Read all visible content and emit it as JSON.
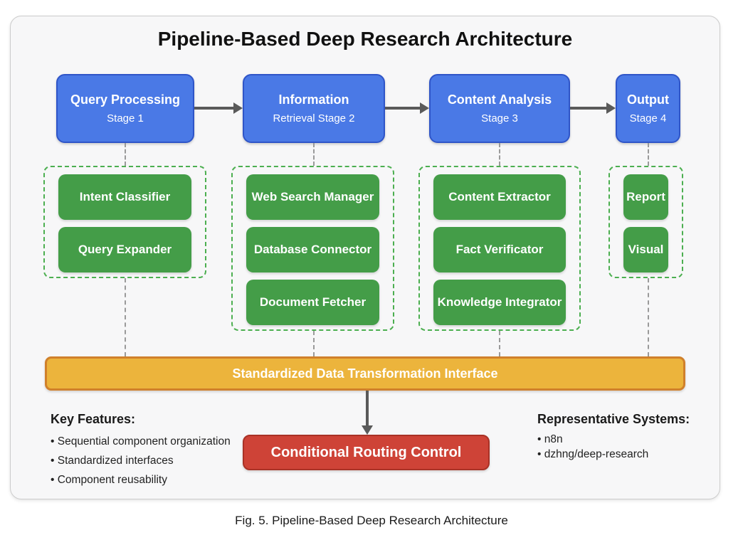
{
  "title": "Pipeline-Based Deep Research Architecture",
  "caption": "Fig. 5.  Pipeline-Based Deep Research Architecture",
  "stages": [
    {
      "title": "Query Processing",
      "subtitle": "Stage 1",
      "components": [
        "Intent Classifier",
        "Query Expander"
      ]
    },
    {
      "title": "Information",
      "subtitle": "Retrieval Stage 2",
      "components": [
        "Web Search Manager",
        "Database Connector",
        "Document Fetcher"
      ]
    },
    {
      "title": "Content Analysis",
      "subtitle": "Stage 3",
      "components": [
        "Content Extractor",
        "Fact Verificator",
        "Knowledge Integrator"
      ]
    },
    {
      "title": "Output",
      "subtitle": "Stage 4",
      "components": [
        "Report",
        "Visual"
      ]
    }
  ],
  "interface_bar": "Standardized Data Transformation Interface",
  "routing_box": "Conditional Routing Control",
  "key_features": {
    "heading": "Key Features:",
    "items": [
      "Sequential component organization",
      "Standardized interfaces",
      "Component reusability"
    ]
  },
  "representative_systems": {
    "heading": "Representative Systems:",
    "items": [
      "n8n",
      "dzhng/deep-research"
    ]
  },
  "colors": {
    "stage_fill": "#4a79e6",
    "stage_border": "#2f55c8",
    "component_fill": "#449d48",
    "group_dashed_border": "#4caf50",
    "interface_fill": "#ecb43c",
    "interface_border": "#d0802b",
    "routing_fill": "#ce4337",
    "routing_border": "#a93226",
    "arrow": "#5a5a5a"
  }
}
